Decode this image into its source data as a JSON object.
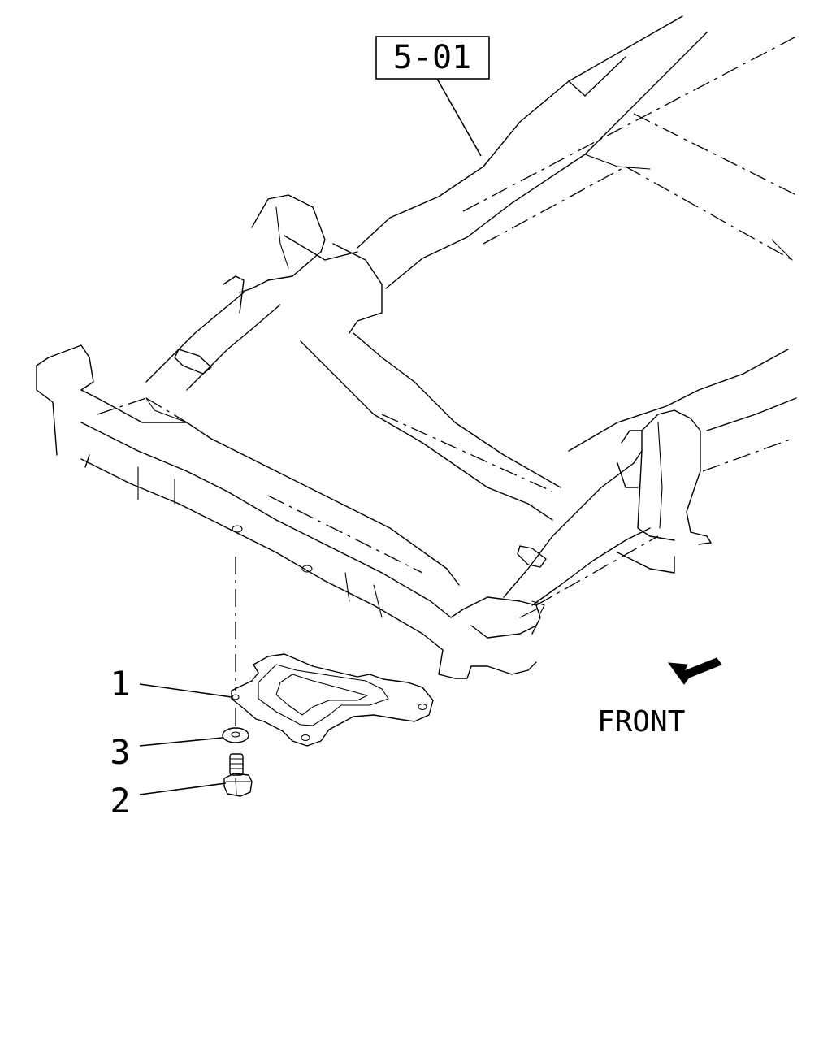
{
  "reference_box": {
    "label": "5-01"
  },
  "callouts": [
    {
      "number": "1",
      "part": "plate"
    },
    {
      "number": "3",
      "part": "washer"
    },
    {
      "number": "2",
      "part": "bolt"
    }
  ],
  "direction_label": "FRONT",
  "icons": {
    "direction": "front-arrow-icon"
  }
}
